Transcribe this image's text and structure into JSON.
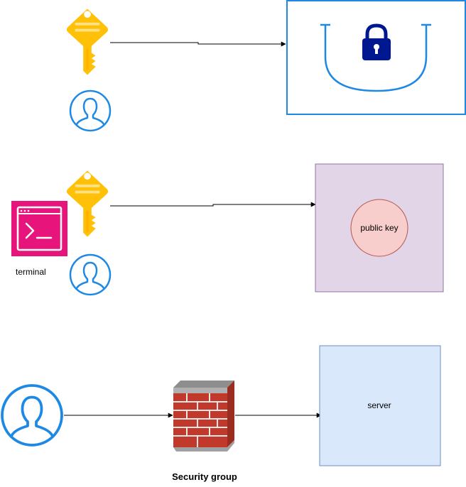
{
  "labels": {
    "terminal": "terminal",
    "public_key": "public key",
    "server": "server",
    "security_group": "Security group"
  },
  "icons": {
    "key": "key-icon",
    "user": "user-icon",
    "lock": "lock-icon",
    "terminal": "terminal-icon",
    "firewall": "firewall-icon"
  },
  "colors": {
    "key_gold": "#FFC107",
    "user_blue": "#1E88E5",
    "lock_navy": "#00188F",
    "frame_blue": "#1E88E5",
    "terminal_pink": "#E7157B",
    "public_key_box_fill": "#E1D5E7",
    "public_key_box_stroke": "#9673A6",
    "public_key_circle_fill": "#F8CECC",
    "public_key_circle_stroke": "#B85450",
    "server_fill": "#DAE8FC",
    "server_stroke": "#6C8EBF",
    "brick_red": "#C0392B",
    "arrow": "#000000"
  }
}
